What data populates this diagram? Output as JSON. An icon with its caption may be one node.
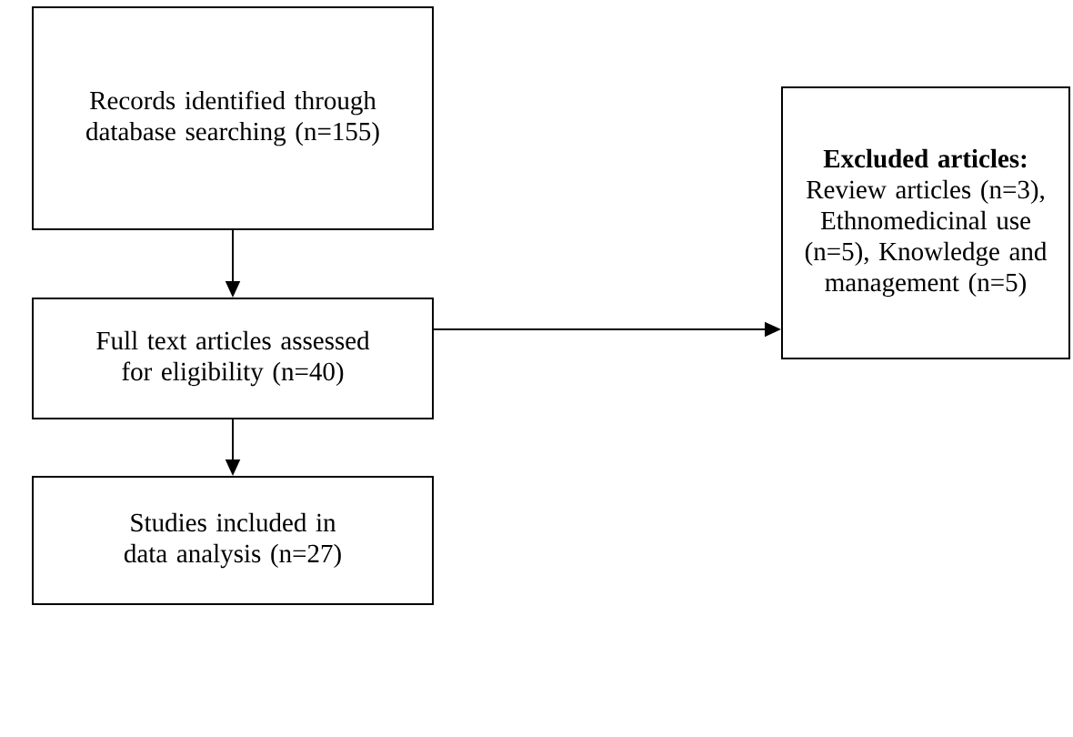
{
  "diagram": {
    "nodes": [
      {
        "text": [
          "Records identified through database searching (n=155)"
        ]
      },
      {
        "text": [
          "Full text articles assessed for eligibility (n=40)"
        ]
      },
      {
        "text": [
          "Excluded articles:",
          "Review articles (n=3), Ethnomedicinal use (n=5), Knowledge and management (n=5)"
        ]
      },
      {
        "text": [
          "Studies included in data analysis (n=27)"
        ]
      }
    ],
    "edges": [
      {
        "from": 0,
        "to": 1,
        "arrow": "to"
      },
      {
        "from": 1,
        "to": 2,
        "arrow": "to"
      },
      {
        "from": 1,
        "to": 3,
        "arrow": "to"
      }
    ]
  }
}
